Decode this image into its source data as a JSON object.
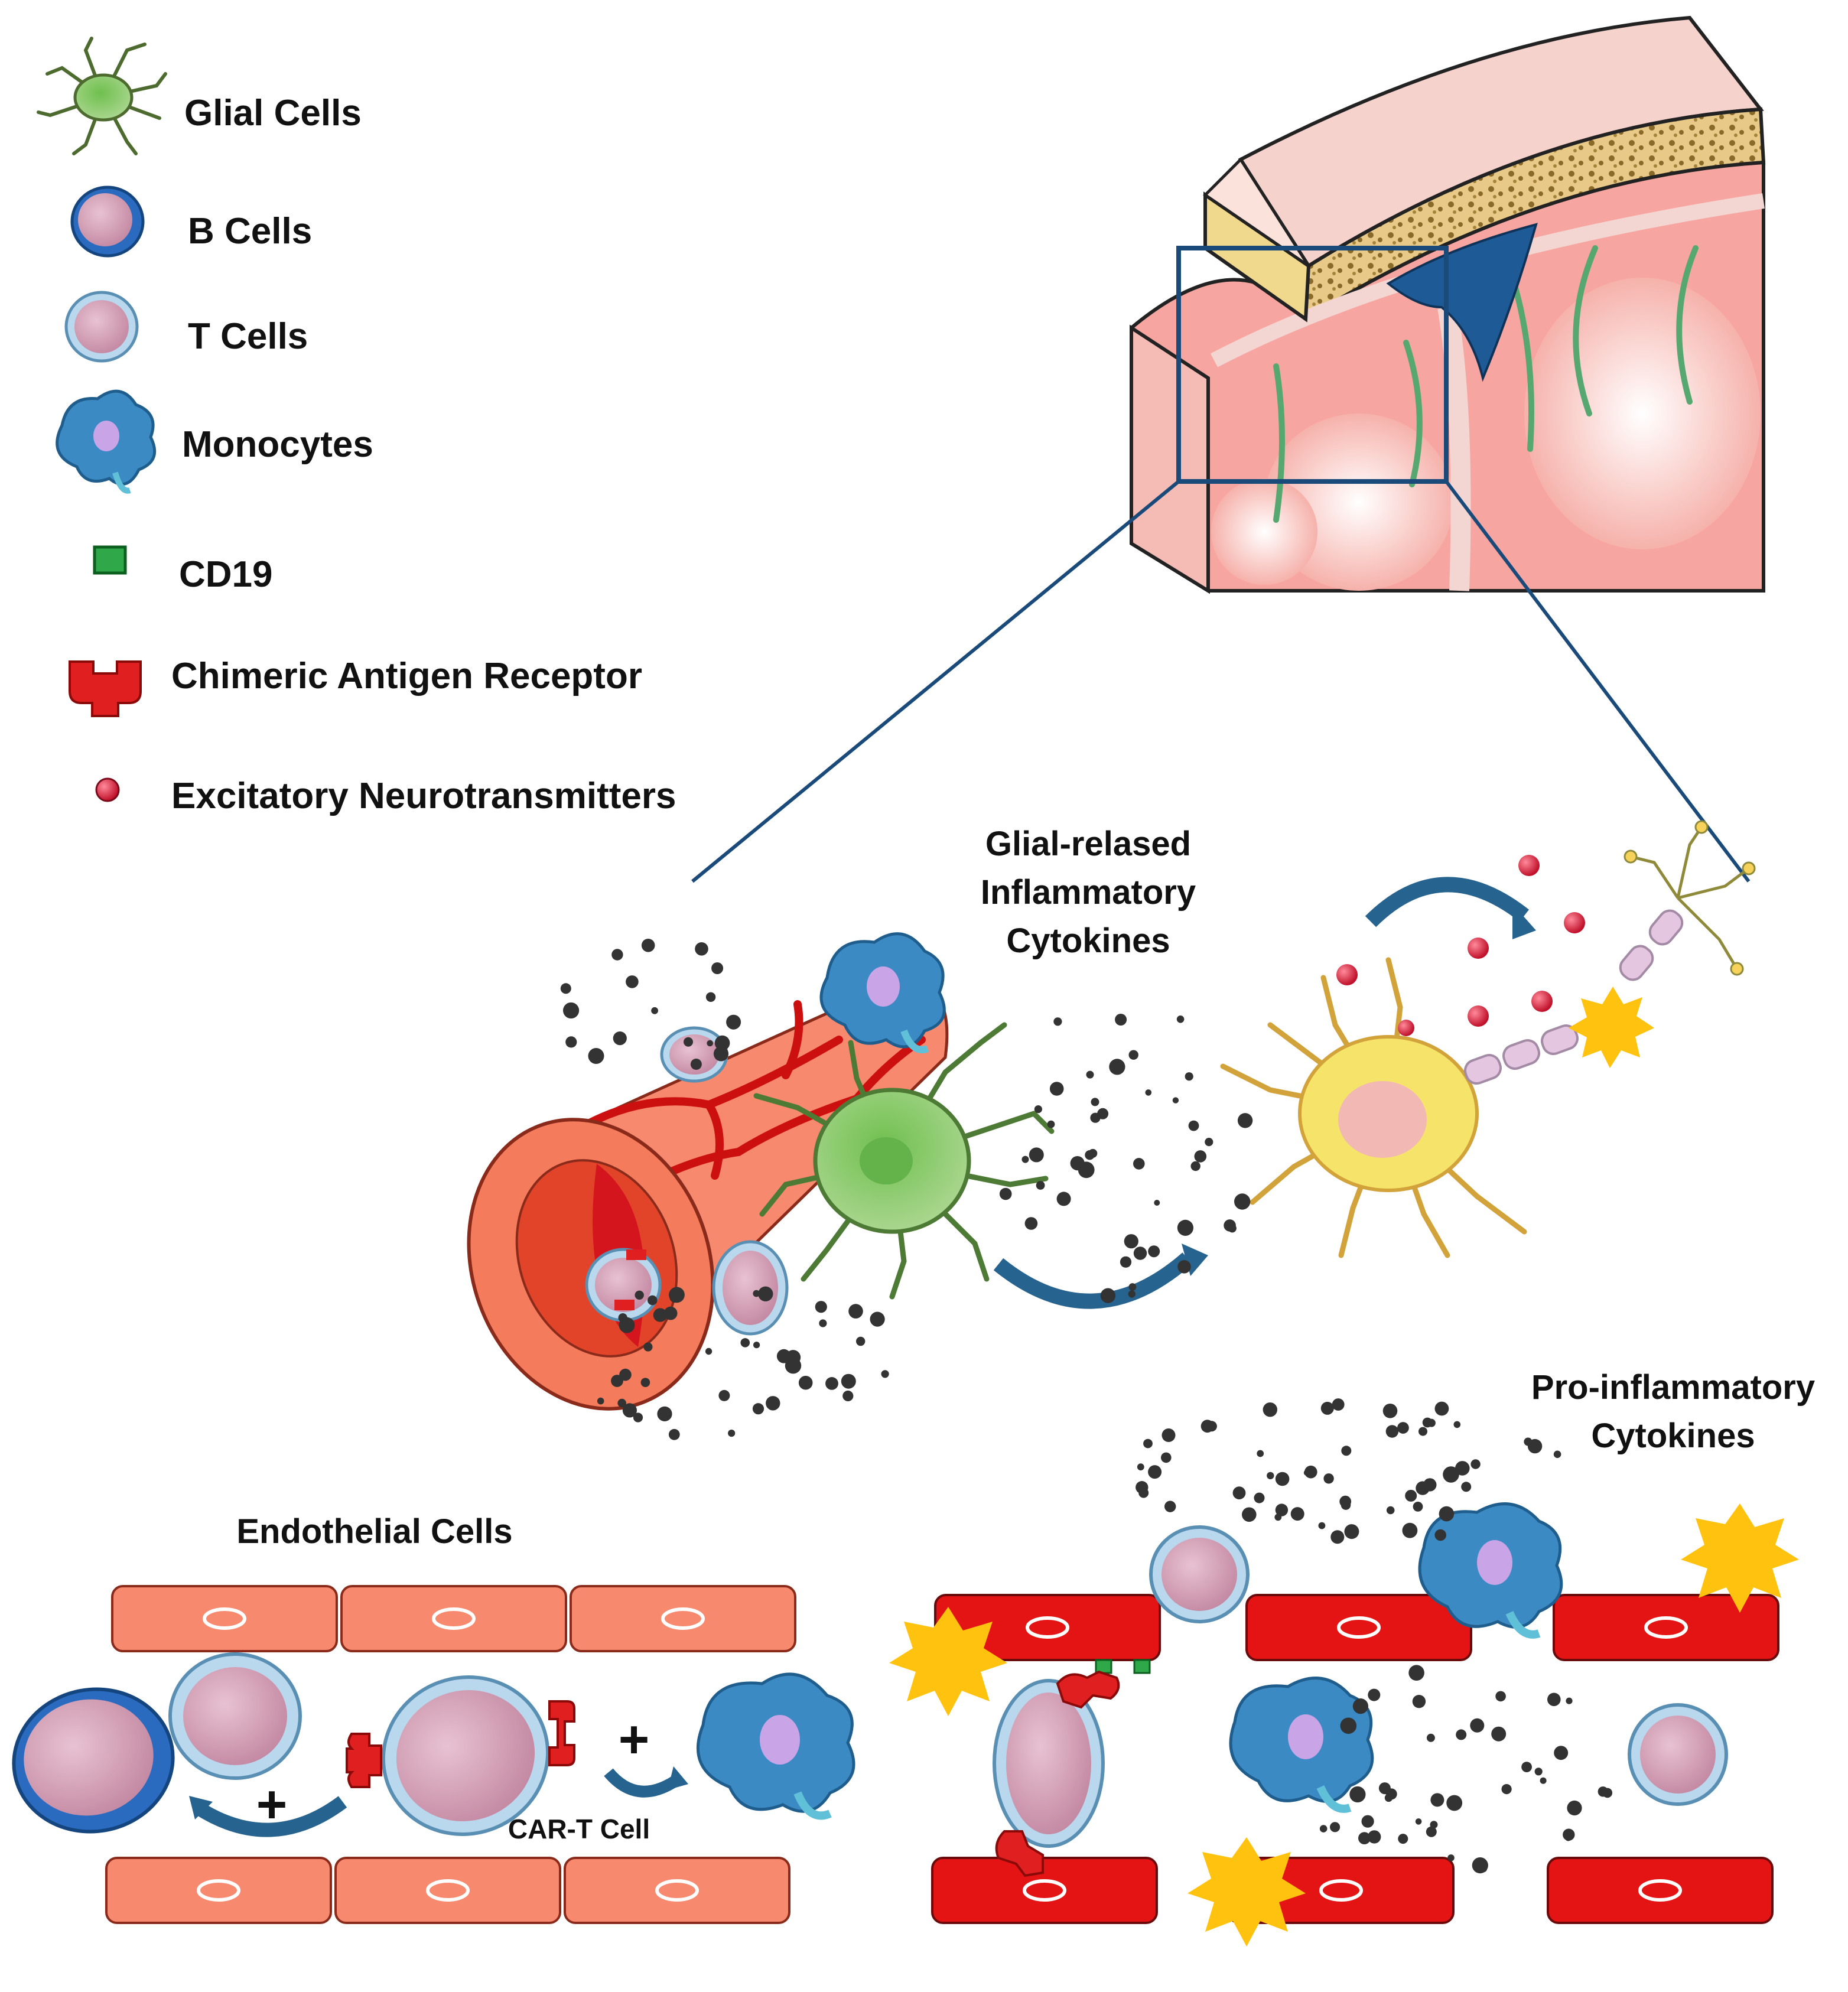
{
  "legend": {
    "glial": "Glial Cells",
    "bcell": "B Cells",
    "tcell": "T Cells",
    "monocyte": "Monocytes",
    "cd19": "CD19",
    "car": "Chimeric Antigen Receptor",
    "neuro": "Excitatory Neurotransmitters"
  },
  "labels": {
    "glial_line1": "Glial-relased",
    "glial_line2": "Inflammatory",
    "glial_line3": "Cytokines",
    "endothelial": "Endothelial Cells",
    "pro_line1": "Pro-inflammatory",
    "pro_line2": "Cytokines",
    "cart": "CAR-T Cell"
  },
  "colors": {
    "zoom_box": "#1a4a7a",
    "glial": "#8cc474",
    "bcell_rim": "#2a6bc0",
    "tcell_rim": "#a9cde6",
    "cell_body": "#d3a4b8",
    "monocyte": "#3c8ac4",
    "cd19": "#2fa84a",
    "car": "#e02020",
    "neurotransmitter": "#d41c3c",
    "endothelial_normal": "#f7896f",
    "endothelial_inflamed": "#e41414",
    "damage_star": "#ffc20e",
    "neuron": "#f6e36a",
    "arrow": "#27638f"
  }
}
